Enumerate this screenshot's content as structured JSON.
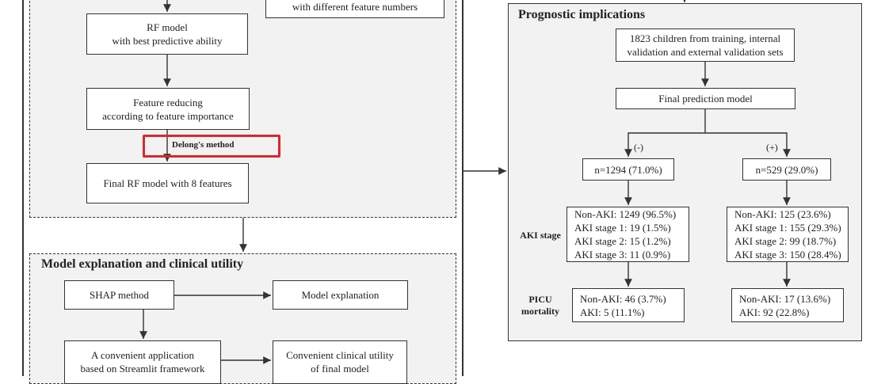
{
  "left": {
    "top_panel": {
      "rf_model": [
        "RF model",
        "with best predictive ability"
      ],
      "feature_numbers": "with different feature numbers",
      "feature_reducing": [
        "Feature reducing",
        "according to feature importance"
      ],
      "delong": "Delong's method",
      "final_rf": "Final  RF model with 8 features"
    },
    "bottom_panel": {
      "title": "Model explanation and clinical utility",
      "shap": "SHAP method",
      "model_explanation": "Model explanation",
      "app": [
        "A convenient application",
        "based on Streamlit framework"
      ],
      "clinical_utility": [
        "Convenient clinical utility",
        "of final model"
      ]
    }
  },
  "right": {
    "title": "Prognostic implications",
    "children": [
      "1823 children from training, internal",
      "validation and external validation sets"
    ],
    "final_model": "Final prediction model",
    "neg_sign": "(-)",
    "pos_sign": "(+)",
    "neg_n": "n=1294 (71.0%)",
    "pos_n": "n=529 (29.0%)",
    "aki_stage_label": "AKI stage",
    "picu_label": [
      "PICU",
      "mortality"
    ],
    "neg_aki": [
      "Non-AKI: 1249 (96.5%)",
      "AKI stage 1: 19 (1.5%)",
      "AKI stage 2: 15 (1.2%)",
      "AKI stage  3: 11 (0.9%)"
    ],
    "pos_aki": [
      "Non-AKI: 125 (23.6%)",
      "AKI stage 1: 155 (29.3%)",
      "AKI stage 2: 99 (18.7%)",
      "AKI stage  3: 150 (28.4%)"
    ],
    "neg_mort": [
      "Non-AKI: 46 (3.7%)",
      "AKI: 5 (11.1%)"
    ],
    "pos_mort": [
      "Non-AKI: 17 (13.6%)",
      "AKI: 92 (22.8%)"
    ]
  },
  "colors": {
    "line": "#333333",
    "panel_bg": "#f2f2f2",
    "highlight": "#d9272e"
  }
}
